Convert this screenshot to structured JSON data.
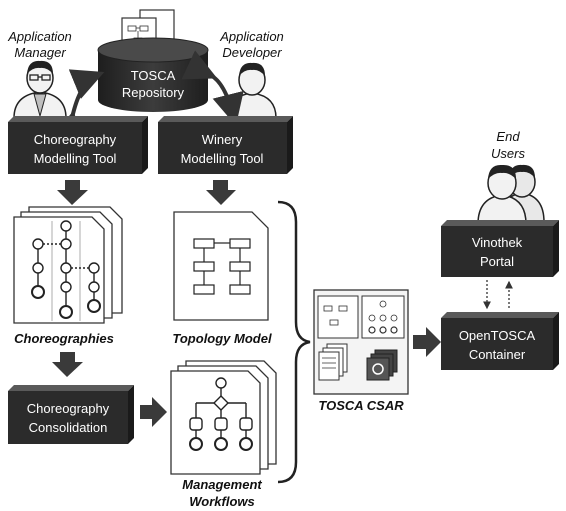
{
  "roles": {
    "app_manager": [
      "Application",
      "Manager"
    ],
    "app_developer": [
      "Application",
      "Developer"
    ],
    "end_users": [
      "End",
      "Users"
    ]
  },
  "repository": [
    "TOSCA",
    "Repository"
  ],
  "tools": {
    "choreography_tool": [
      "Choreography",
      "Modelling Tool"
    ],
    "winery_tool": [
      "Winery",
      "Modelling Tool"
    ],
    "consolidation": [
      "Choreography",
      "Consolidation"
    ],
    "vinothek": [
      "Vinothek",
      "Portal"
    ],
    "opentosca": [
      "OpenTOSCA",
      "Container"
    ]
  },
  "artifacts": {
    "choreographies": "Choreographies",
    "topology_model": "Topology Model",
    "management_workflows": [
      "Management",
      "Workflows"
    ],
    "tosca_csar": "TOSCA CSAR"
  },
  "colors": {
    "box_dark": "#2b2b2b",
    "box_top": "#5a5a5a",
    "arrow": "#3a3a3a"
  }
}
